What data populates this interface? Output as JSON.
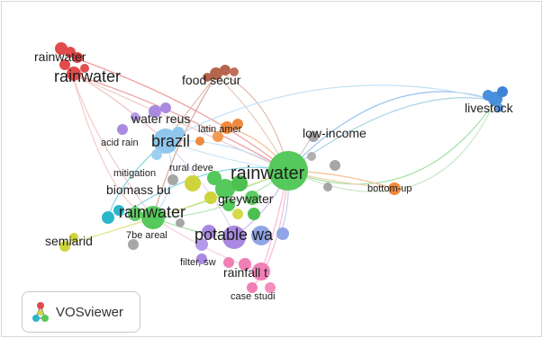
{
  "brand": {
    "name": "VOSviewer",
    "icon": "vosviewer-logo-icon"
  },
  "colors": {
    "red": "#e24b4b",
    "brown": "#b5654d",
    "orange": "#ef8a3c",
    "purple": "#a98ae0",
    "lightblue": "#8fc7ec",
    "green": "#55c95b",
    "yellow": "#cfd43c",
    "pink": "#f07fb5",
    "gray": "#a6a6a6",
    "teal": "#2ab7c9",
    "blue": "#4a8fdb",
    "periwinkle": "#8fa5e8"
  },
  "labels": {
    "rainwater_center": "rainwater",
    "rainwater_red_top": "rainwater",
    "rainwater_red": "rainwater",
    "rainwater_green": "rainwater",
    "food_secur": "food secur",
    "livestock": "livestock",
    "water_reus": "water reus",
    "latin_amer": "latin amer",
    "low_income": "low-income",
    "brazil": "brazil",
    "acid_rain": "acid rain",
    "rural_deve": "rural deve",
    "mitigation": "mitigation",
    "biomass_bu": "biomass bu",
    "greywater": "greywater",
    "bottom_up": "bottom-up",
    "semiarid": "semiarid",
    "be_areal": "7be areal",
    "potable_wa": "potable wa",
    "filter_sw": "filter, sw",
    "rainfall_t": "rainfall t",
    "case_studi": "case studi"
  }
}
